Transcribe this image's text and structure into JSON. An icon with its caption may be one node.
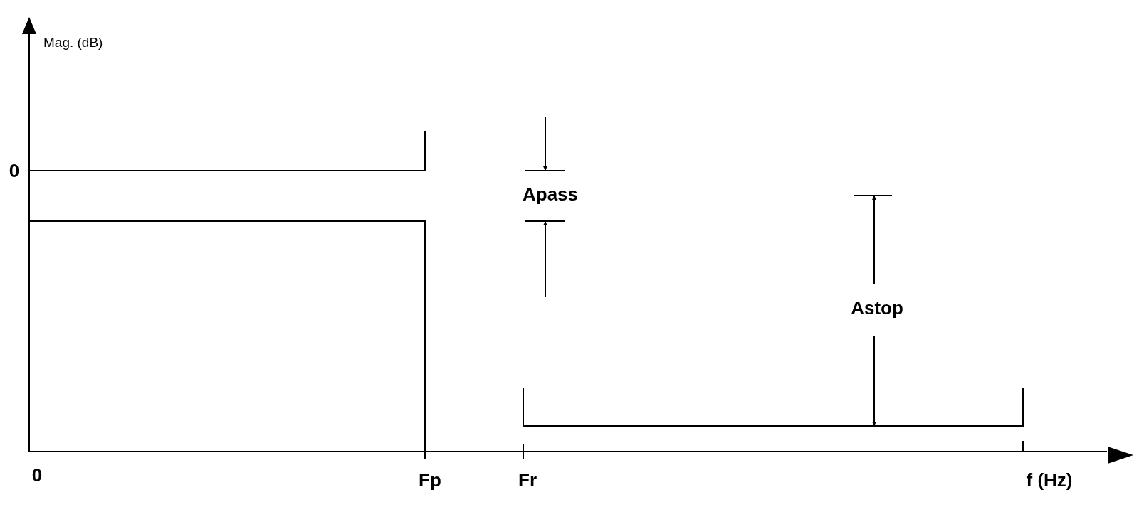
{
  "diagram": {
    "labels": [
      "Mag. (dB)",
      "0",
      "Apass",
      "Astop",
      "0",
      "Fp",
      "Fr",
      "f (Hz)"
    ]
  }
}
